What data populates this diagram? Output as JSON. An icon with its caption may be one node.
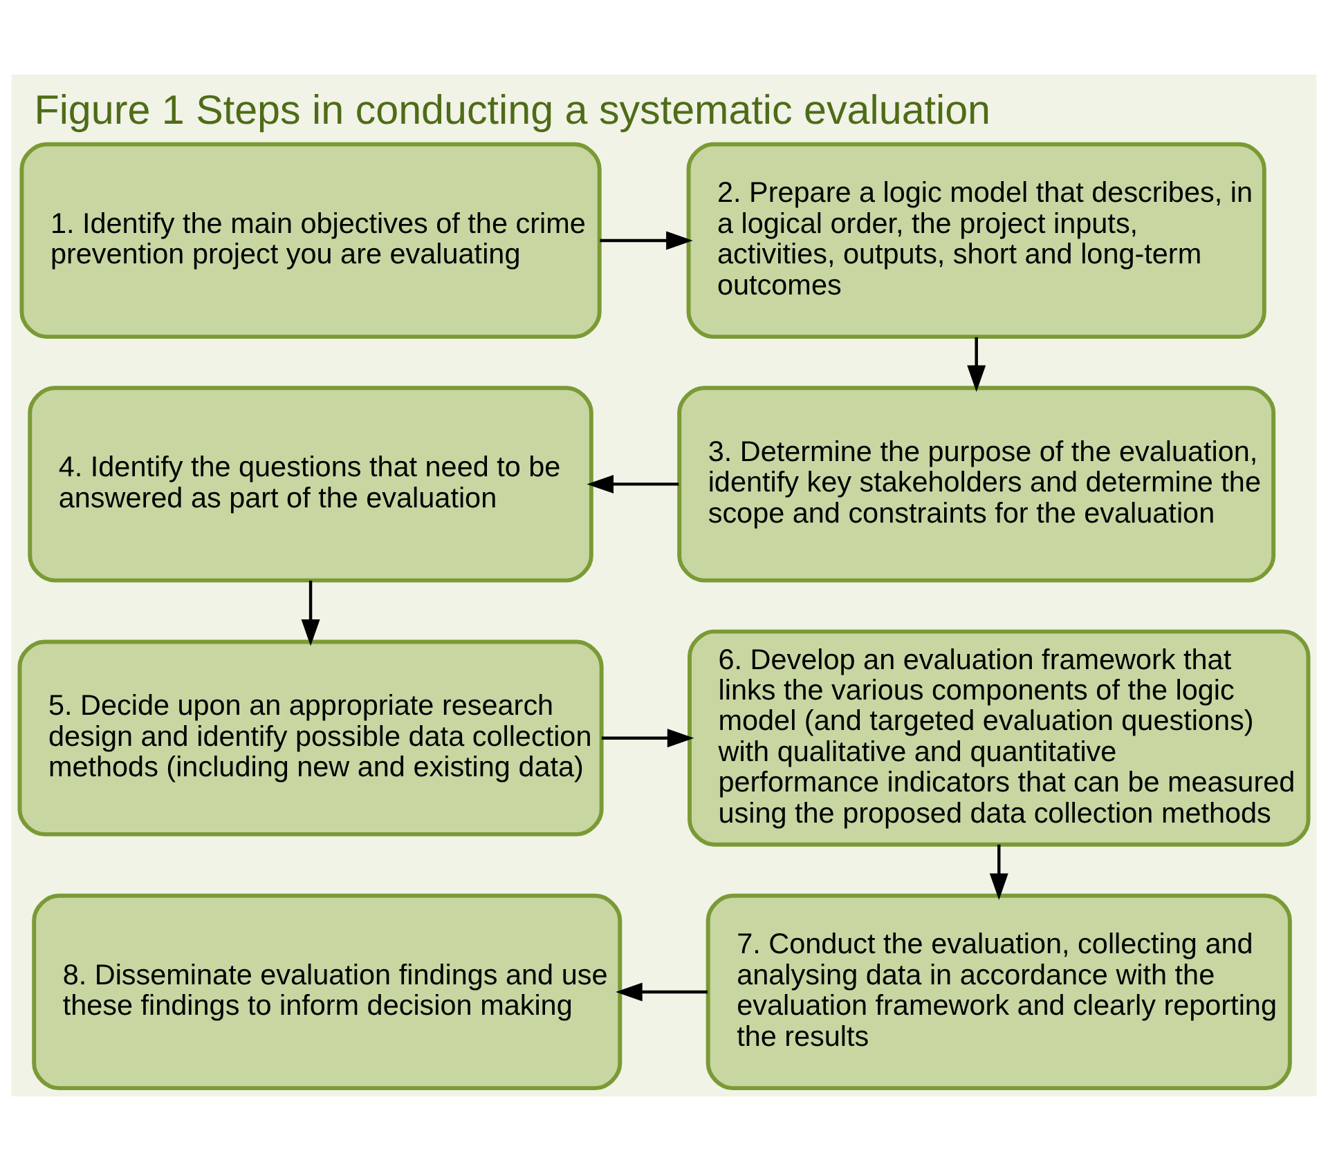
{
  "diagram": {
    "title": "Figure 1 Steps in conducting a systematic evaluation",
    "nodes": [
      {
        "text": [
          "1. Identify the main objectives of the crime prevention project you are evaluating"
        ]
      },
      {
        "text": [
          "2. Prepare a logic model that describes, in a logical order, the project inputs, activities, outputs, short and long-term outcomes"
        ]
      },
      {
        "text": [
          "3. Determine the purpose of the evaluation, identify key stakeholders and determine the scope and constraints for the evaluation"
        ]
      },
      {
        "text": [
          "4. Identify the questions that need to be answered as part of the evaluation"
        ]
      },
      {
        "text": [
          "5. Decide upon an appropriate research design and identify possible data collection methods (including new and existing data)"
        ]
      },
      {
        "text": [
          "6. Develop an evaluation framework that links the various components of the logic model (and targeted evaluation questions) with qualitative and quantitative performance indicators that can be measured using the proposed data collection methods"
        ]
      },
      {
        "text": [
          "7. Conduct the evaluation, collecting and analysing data in accordance with the evaluation framework and clearly reporting the results"
        ]
      },
      {
        "text": [
          "8. Disseminate evaluation findings and use these findings to inform decision making"
        ]
      }
    ],
    "edges": [
      {
        "from": 0,
        "to": 1,
        "arrow": "to"
      },
      {
        "from": 1,
        "to": 2,
        "arrow": "to"
      },
      {
        "from": 2,
        "to": 3,
        "arrow": "to"
      },
      {
        "from": 3,
        "to": 4,
        "arrow": "to"
      },
      {
        "from": 4,
        "to": 5,
        "arrow": "to"
      },
      {
        "from": 5,
        "to": 6,
        "arrow": "to"
      },
      {
        "from": 6,
        "to": 7,
        "arrow": "to"
      }
    ]
  }
}
